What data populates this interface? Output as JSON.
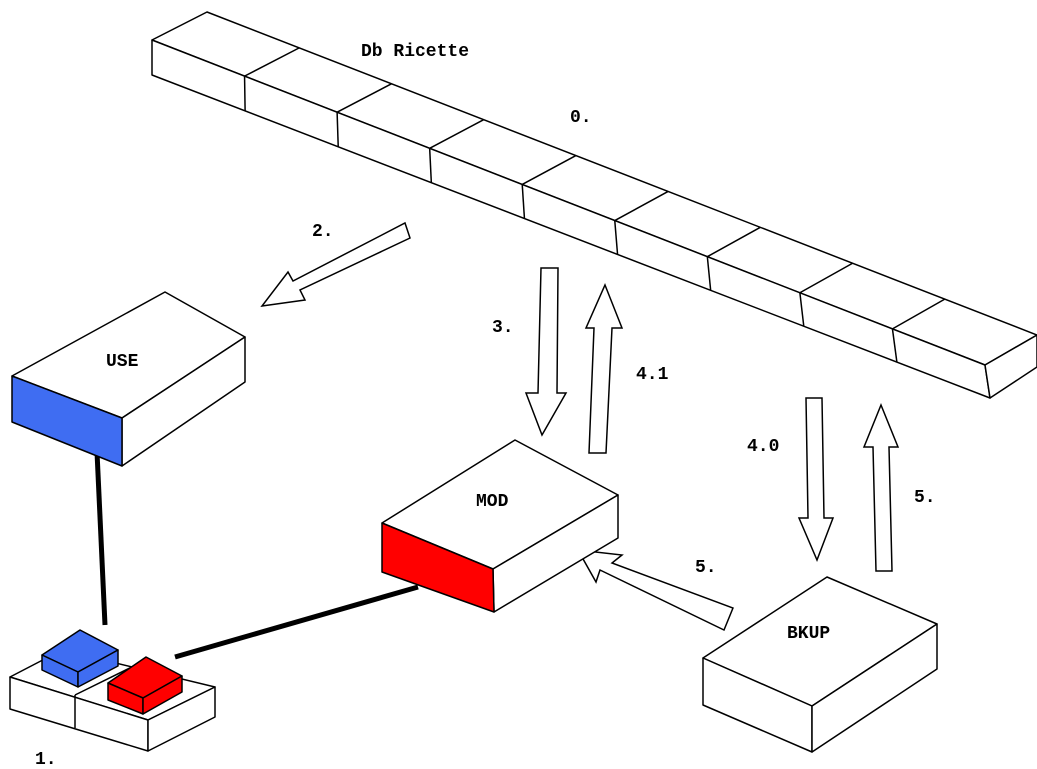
{
  "labels": {
    "db_title": "Db Ricette",
    "step_0": "0.",
    "step_1": "1.",
    "step_2": "2.",
    "step_3": "3.",
    "step_4_0": "4.0",
    "step_4_1": "4.1",
    "step_5_right": "5.",
    "step_5_mod": "5.",
    "box_use": "USE",
    "box_mod": "MOD",
    "box_bkup": "BKUP"
  },
  "colors": {
    "use": "#3f6df2",
    "mod": "#ff0000",
    "outline": "#000000",
    "fill": "#ffffff"
  },
  "db_segments": 9
}
